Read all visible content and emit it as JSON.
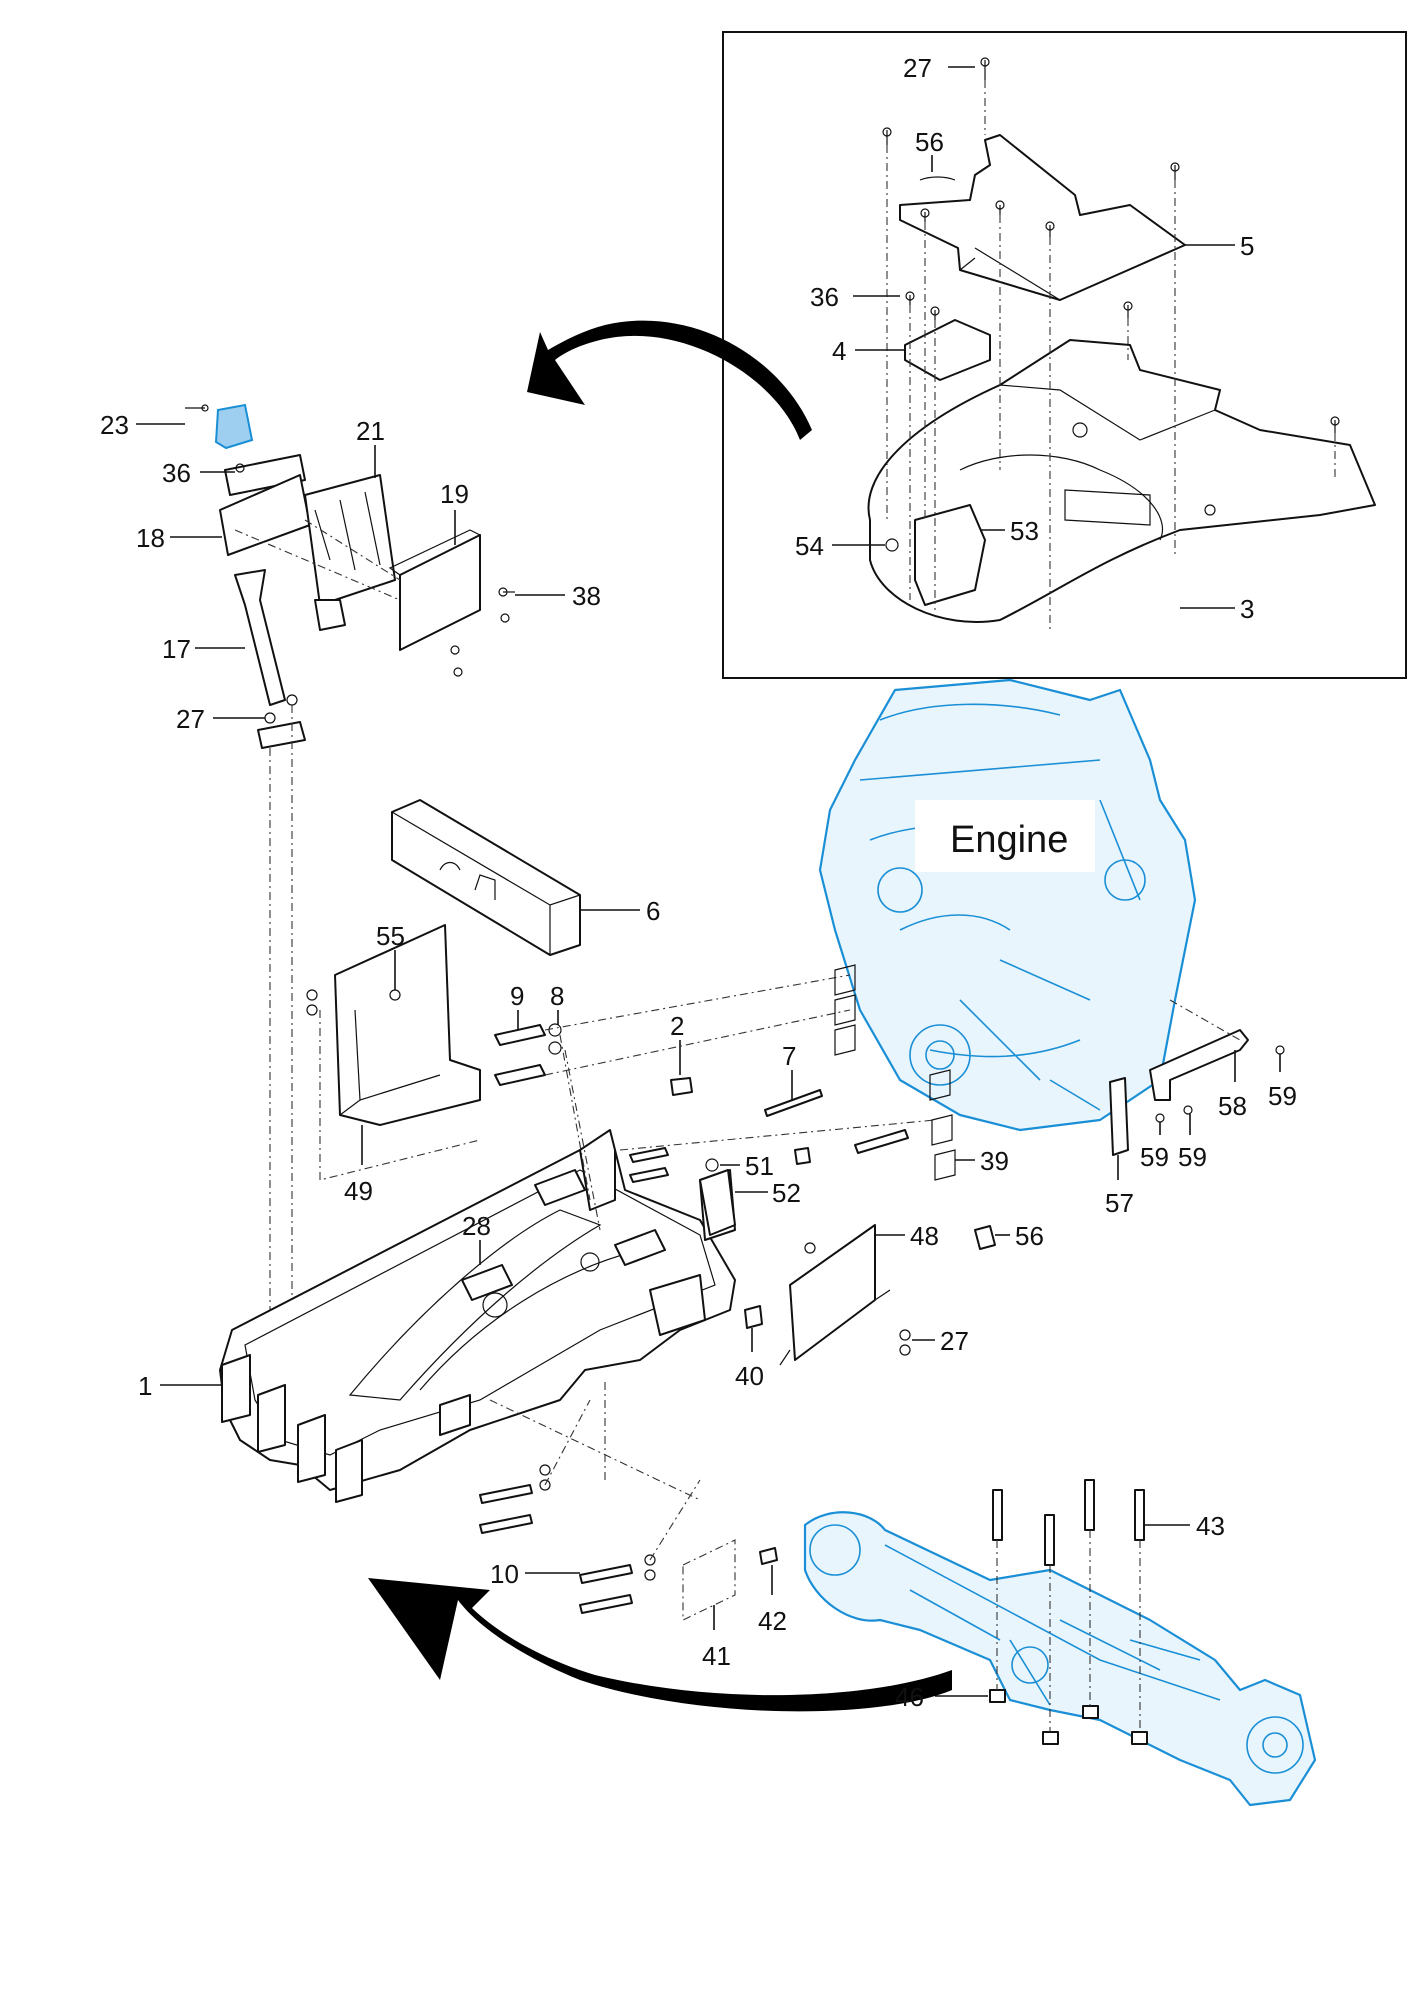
{
  "engine_label": "Engine",
  "callouts": {
    "c1": "1",
    "c2": "2",
    "c3": "3",
    "c4": "4",
    "c5": "5",
    "c6": "6",
    "c7": "7",
    "c8": "8",
    "c9": "9",
    "c10": "10",
    "c17": "17",
    "c18": "18",
    "c19": "19",
    "c21": "21",
    "c23": "23",
    "c27a": "27",
    "c27b": "27",
    "c27c": "27",
    "c28": "28",
    "c36a": "36",
    "c36b": "36",
    "c38": "38",
    "c39": "39",
    "c40": "40",
    "c41": "41",
    "c42": "42",
    "c43": "43",
    "c46": "46",
    "c48": "48",
    "c49": "49",
    "c51": "51",
    "c52": "52",
    "c53": "53",
    "c54": "54",
    "c55": "55",
    "c56a": "56",
    "c56b": "56",
    "c57": "57",
    "c58": "58",
    "c59a": "59",
    "c59b": "59",
    "c59c": "59"
  },
  "colors": {
    "line": "#111111",
    "engine_blue": "#1a8fd6",
    "arrow": "#000000"
  }
}
